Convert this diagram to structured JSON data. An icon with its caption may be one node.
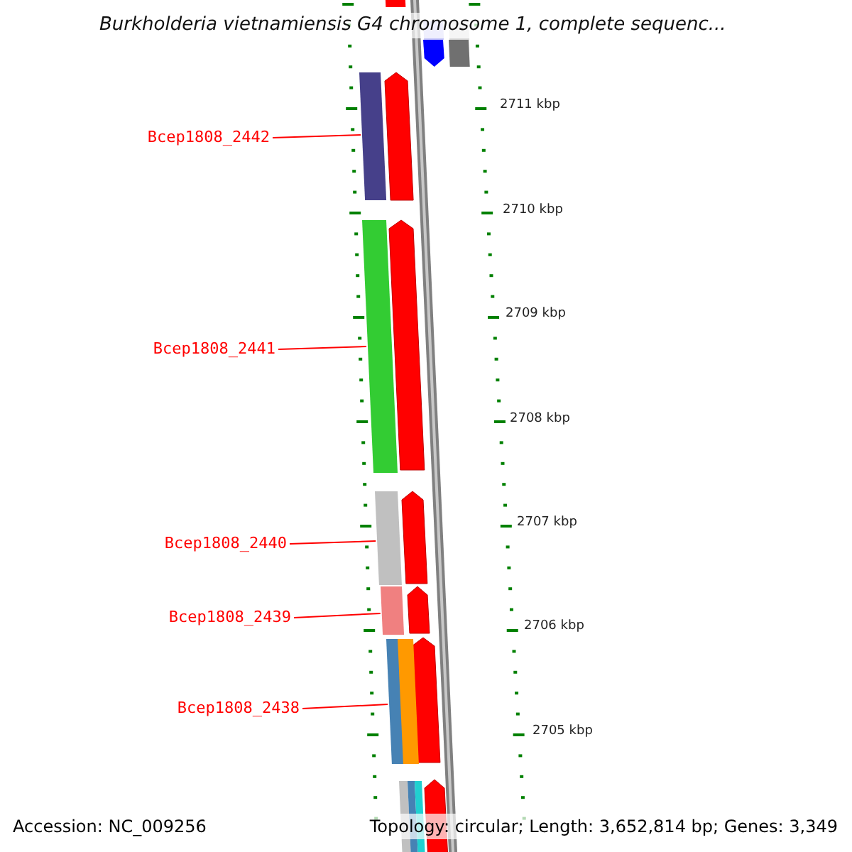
{
  "diagram": {
    "title": "Burkholderia vietnamiensis G4 chromosome 1, complete sequenc...",
    "nodes": [
      {
        "text": [
          "Bcep1808_2442"
        ]
      },
      {
        "text": [
          "Bcep1808_2441"
        ]
      },
      {
        "text": [
          "Bcep1808_2440"
        ]
      },
      {
        "text": [
          "Bcep1808_2439"
        ]
      },
      {
        "text": [
          "Bcep1808_2438"
        ]
      },
      {
        "text": [],
        "shape": "bar"
      },
      {
        "text": [],
        "shape": "bar"
      },
      {
        "text": [],
        "shape": "bar"
      },
      {
        "text": [],
        "shape": "bar"
      },
      {
        "text": [],
        "shape": "bar"
      }
    ],
    "edges": [
      {
        "from": 0,
        "to": 5,
        "arrow": "none"
      },
      {
        "from": 1,
        "to": 6,
        "arrow": "none"
      },
      {
        "from": 2,
        "to": 7,
        "arrow": "none"
      },
      {
        "from": 3,
        "to": 8,
        "arrow": "none"
      },
      {
        "from": 4,
        "to": 9,
        "arrow": "none"
      }
    ],
    "labels": [
      "2711 kbp",
      "2710 kbp",
      "2709 kbp",
      "2708 kbp",
      "2707 kbp",
      "2706 kbp",
      "2705 kbp",
      "Accession: NC_009256",
      "Topology: circular; Length: 3,652,814 bp; Genes: 3,349"
    ]
  }
}
